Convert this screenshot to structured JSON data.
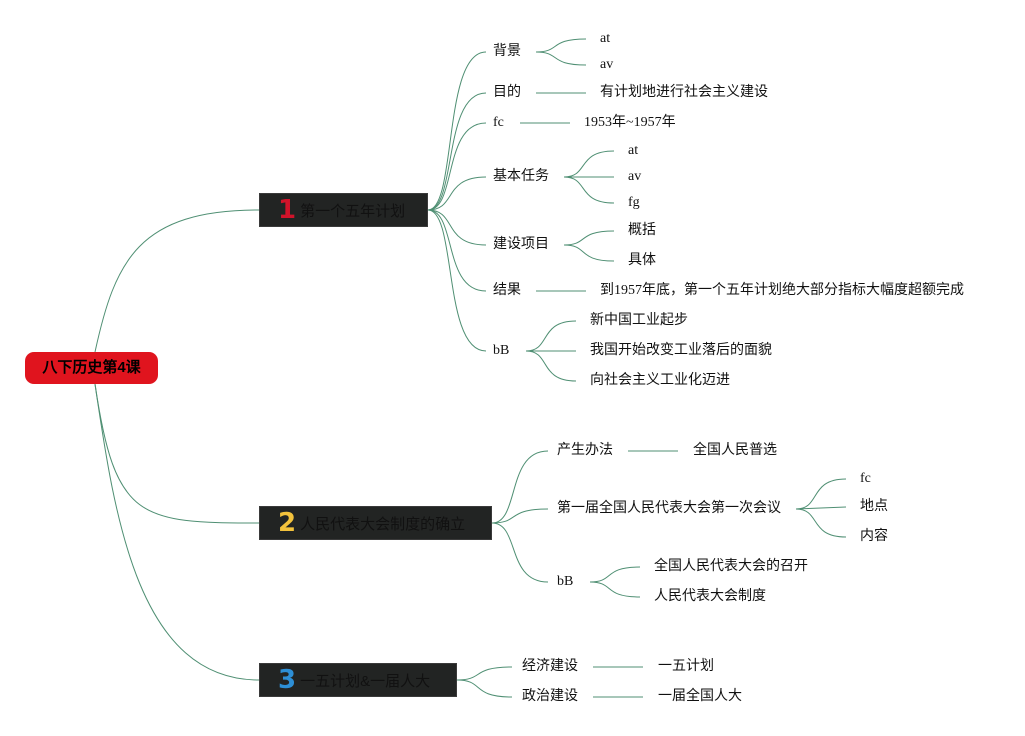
{
  "colors": {
    "root_bg": "#e0141e",
    "branch_bg": "#222423",
    "connector": "#4f8f73",
    "num1": "#d0132a",
    "num2": "#f3c23c",
    "num3": "#2d8fd6"
  },
  "root": {
    "label": "八下历史第4课"
  },
  "branches": [
    {
      "num": "1",
      "label": "第一个五年计划",
      "children": [
        {
          "label": "背景",
          "children": [
            "at",
            "av"
          ]
        },
        {
          "label": "目的",
          "children": [
            "有计划地进行社会主义建设"
          ]
        },
        {
          "label": "fc",
          "children": [
            "1953年~1957年"
          ]
        },
        {
          "label": "基本任务",
          "children": [
            "at",
            "av",
            "fg"
          ]
        },
        {
          "label": "建设项目",
          "children": [
            "概括",
            "具体"
          ]
        },
        {
          "label": "结果",
          "children": [
            "到1957年底，第一个五年计划绝大部分指标大幅度超额完成"
          ]
        },
        {
          "label": "bB",
          "children": [
            "新中国工业起步",
            "我国开始改变工业落后的面貌",
            "向社会主义工业化迈进"
          ]
        }
      ]
    },
    {
      "num": "2",
      "label": "人民代表大会制度的确立",
      "children": [
        {
          "label": "产生办法",
          "children": [
            "全国人民普选"
          ]
        },
        {
          "label": "第一届全国人民代表大会第一次会议",
          "children": [
            "fc",
            "地点",
            "内容"
          ]
        },
        {
          "label": "bB",
          "children": [
            "全国人民代表大会的召开",
            "人民代表大会制度"
          ]
        }
      ]
    },
    {
      "num": "3",
      "label": "一五计划&一届人大",
      "children": [
        {
          "label": "经济建设",
          "children": [
            "一五计划"
          ]
        },
        {
          "label": "政治建设",
          "children": [
            "一届全国人大"
          ]
        }
      ]
    }
  ]
}
